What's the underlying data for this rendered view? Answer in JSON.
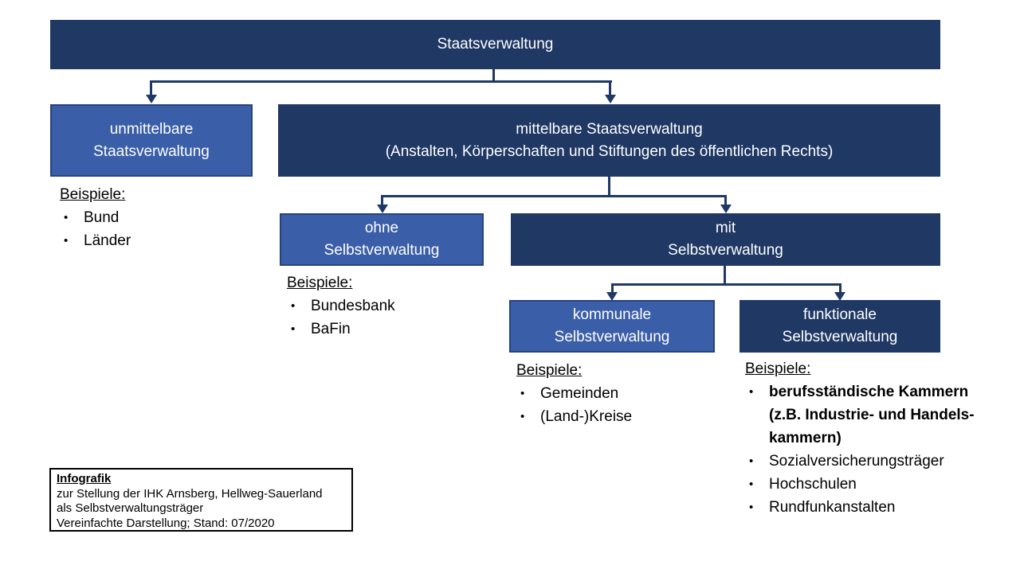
{
  "colors": {
    "dark_blue": "#1F3864",
    "medium_blue": "#3A5EA8",
    "connector": "#1F3864",
    "box_text": "#FFFFFF",
    "body_text": "#000000"
  },
  "ui": {
    "bullet_glyph": "•"
  },
  "nodes": {
    "root": {
      "label": "Staatsverwaltung"
    },
    "unmittelbare": {
      "lines": [
        "unmittelbare",
        "Staatsverwaltung"
      ]
    },
    "mittelbare": {
      "lines": [
        "mittelbare Staatsverwaltung",
        "(Anstalten, Körperschaften und Stiftungen des öffentlichen Rechts)"
      ]
    },
    "ohne": {
      "lines": [
        "ohne",
        "Selbstverwaltung"
      ]
    },
    "mit": {
      "lines": [
        "mit",
        "Selbstverwaltung"
      ]
    },
    "kommunale": {
      "lines": [
        "kommunale",
        "Selbstverwaltung"
      ]
    },
    "funktionale": {
      "lines": [
        "funktionale",
        "Selbstverwaltung"
      ]
    }
  },
  "examples": {
    "unmittelbare": {
      "heading": "Beispiele:",
      "items": [
        "Bund",
        "Länder"
      ]
    },
    "ohne": {
      "heading": "Beispiele:",
      "items": [
        "Bundesbank",
        "BaFin"
      ]
    },
    "kommunale": {
      "heading": "Beispiele:",
      "items": [
        "Gemeinden",
        "(Land-)Kreise"
      ]
    },
    "funktionale": {
      "heading": "Beispiele:",
      "bold_item_lines": [
        "berufsständische Kammern",
        "(z.B. Industrie- und Handels-",
        "kammern)"
      ],
      "items": [
        "Sozialversicherungsträger",
        "Hochschulen",
        "Rundfunkanstalten"
      ]
    }
  },
  "infobox": {
    "title": "Infografik",
    "lines": [
      "zur Stellung der IHK Arnsberg, Hellweg-Sauerland",
      "als Selbstverwaltungsträger",
      "Vereinfachte Darstellung;  Stand: 07/2020"
    ]
  }
}
